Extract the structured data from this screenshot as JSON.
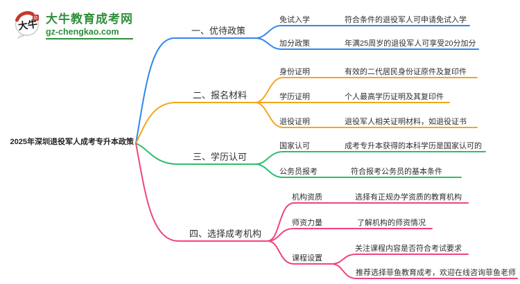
{
  "page": {
    "background": "#ffffff"
  },
  "logo": {
    "icon": "dainiu-speech-bubble-logo",
    "icon_text": "大牛",
    "title": "大牛教育成考网",
    "subtitle": "gz-chengkao.com",
    "brand_green": "#2f8e3c",
    "seal_red": "#c4392e"
  },
  "root": {
    "label": "2025年深圳退役军人成考专升本政策"
  },
  "branches": [
    {
      "label": "一、优待政策",
      "color": "#2f86eb",
      "children": [
        {
          "label": "免试入学",
          "notes": [
            "符合条件的退役军人可申请免试入学"
          ]
        },
        {
          "label": "加分政策",
          "notes": [
            "年满25周岁的退役军人可享受20分加分"
          ]
        }
      ]
    },
    {
      "label": "二、报名材料",
      "color": "#f5a51c",
      "children": [
        {
          "label": "身份证明",
          "notes": [
            "有效的二代居民身份证原件及复印件"
          ]
        },
        {
          "label": "学历证明",
          "notes": [
            "个人最高学历证明及其复印件"
          ]
        },
        {
          "label": "退役证明",
          "notes": [
            "退役军人相关证明材料，如退役证书"
          ]
        }
      ]
    },
    {
      "label": "三、学历认可",
      "color": "#2bbe6c",
      "children": [
        {
          "label": "国家认可",
          "notes": [
            "成考专升本获得的本科学历是国家认可的"
          ]
        },
        {
          "label": "公务员报考",
          "notes": [
            "符合报考公务员的基本条件"
          ]
        }
      ]
    },
    {
      "label": "四、选择成考机构",
      "color": "#f0437e",
      "children": [
        {
          "label": "机构资质",
          "notes": [
            "选择有正规办学资质的教育机构"
          ]
        },
        {
          "label": "师资力量",
          "notes": [
            "了解机构的师资情况"
          ]
        },
        {
          "label": "课程设置",
          "notes": [
            "关注课程内容是否符合考试要求",
            "推荐选择菲鱼教育成考，欢迎在线咨询菲鱼老师"
          ]
        }
      ]
    }
  ]
}
